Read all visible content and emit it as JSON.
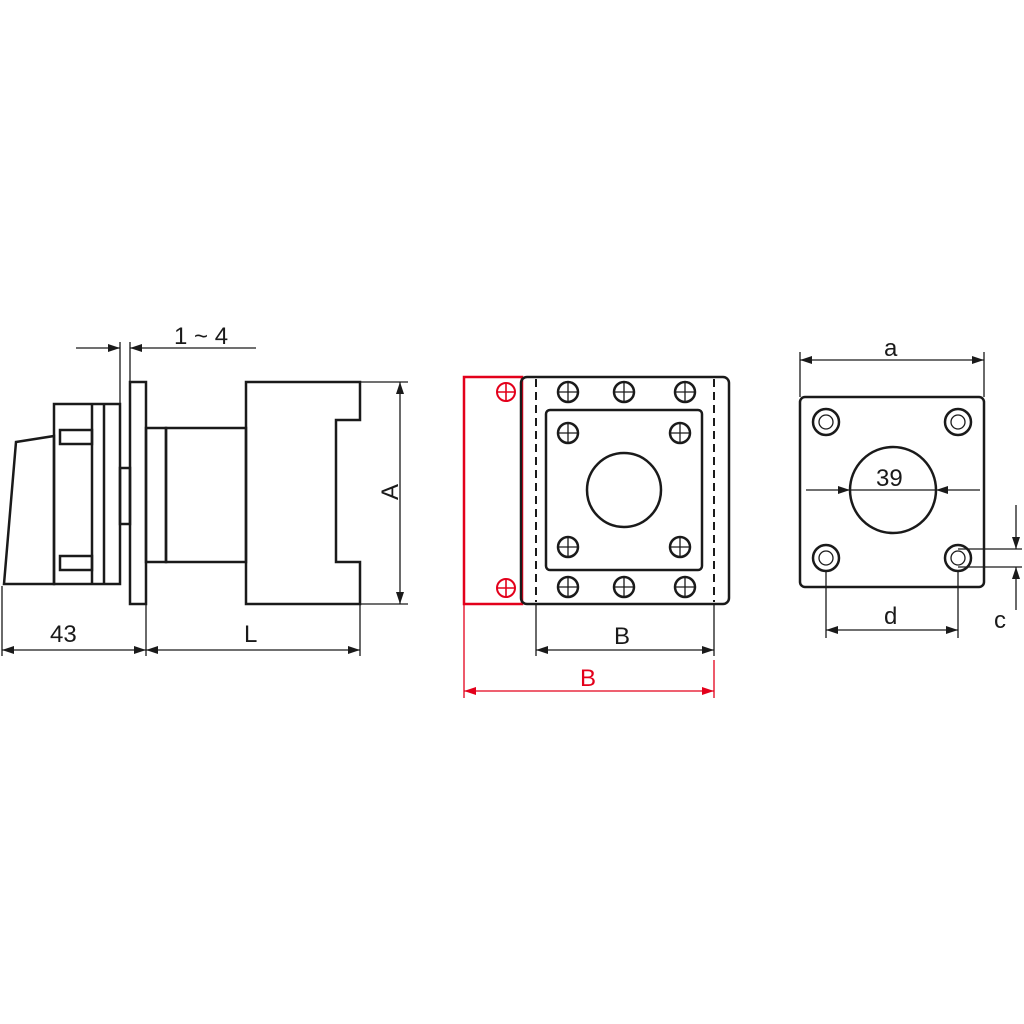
{
  "labels": {
    "side_gap": "1 ~ 4",
    "side_depth_left": "43",
    "side_length": "L",
    "side_height": "A",
    "front_width": "B",
    "front_width_alt": "B",
    "panel_width": "a",
    "panel_hole_dia": "39",
    "panel_hole_spacing": "d",
    "panel_screw_dia": "c"
  },
  "colors": {
    "line": "#1a1a1a",
    "accent": "#e3001b"
  }
}
